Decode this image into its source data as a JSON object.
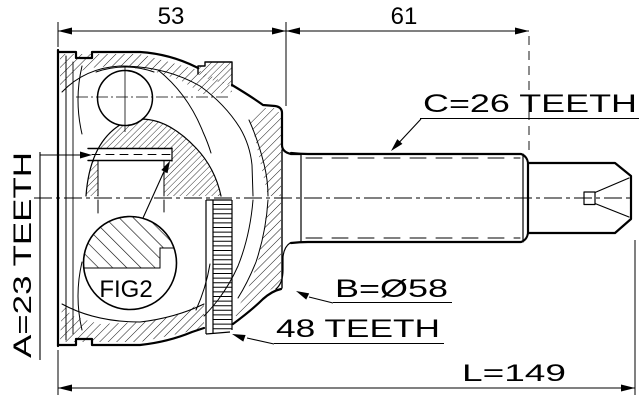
{
  "drawing": {
    "type": "technical-drawing",
    "subject": "CV joint outer race and drive shaft cross-section",
    "background_color": "#ffffff",
    "line_color": "#000000",
    "labels": {
      "dim_53": "53",
      "dim_61": "61",
      "length": "L=149",
      "spline_a": "A=23 TEETH",
      "spline_c": "C=26 TEETH",
      "abs_ring": "48 TEETH",
      "diameter_b": "B=Ø58",
      "detail_ref": "FIG2"
    },
    "values": {
      "a_spline_teeth": 23,
      "c_spline_teeth": 26,
      "abs_ring_teeth": 48,
      "b_diameter_mm": 58,
      "overall_length_mm": 149,
      "segment_left_mm": 53,
      "segment_right_mm": 61
    }
  }
}
